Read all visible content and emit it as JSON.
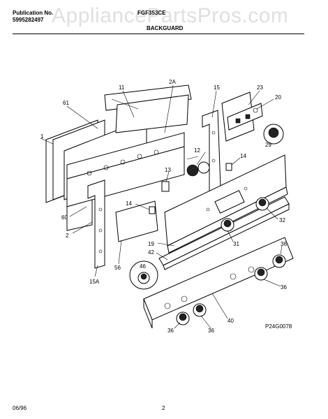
{
  "header": {
    "publication_label": "Publication No.",
    "publication_number": "5995282497",
    "model_number": "FGF353CE",
    "section_title": "BACKGUARD"
  },
  "watermark": "AppliancePartsPros.com",
  "diagram_code": "P24G0078",
  "footer": {
    "date": "06/96",
    "page": "2"
  },
  "callouts": {
    "c1": "1",
    "c2": "2",
    "c2a": "2A",
    "c11": "11",
    "c12": "12",
    "c13": "13",
    "c14a": "14",
    "c14b": "14",
    "c15": "15",
    "c15a": "15A",
    "c19": "19",
    "c20": "20",
    "c23": "23",
    "c29": "29",
    "c31": "31",
    "c32": "32",
    "c36a": "36",
    "c36b": "36",
    "c36c": "36",
    "c36d": "36",
    "c40": "40",
    "c42": "42",
    "c46": "46",
    "c56": "56",
    "c60": "60",
    "c61": "61"
  }
}
